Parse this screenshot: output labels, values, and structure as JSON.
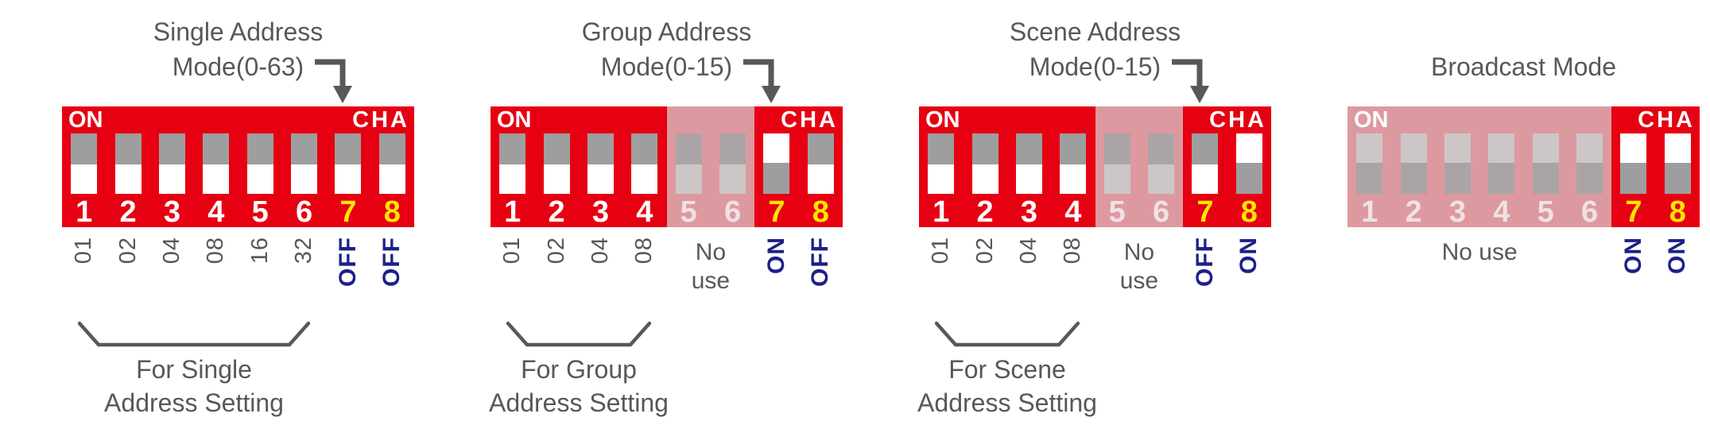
{
  "colors": {
    "red": "#E60012",
    "yellow": "#FFE600",
    "blue": "#1D2088",
    "gray": "#595757",
    "track": "#9E9E9E",
    "handle": "#FFFFFF",
    "overlay": "#DD99A0",
    "faded_track": "#ABA4A6",
    "faded_handle": "#CDC6C7",
    "faded_number": "#EFE2E4"
  },
  "panels": [
    {
      "title_lines": [
        "Single Address",
        "Mode(0-63)"
      ],
      "has_arrow": true,
      "on_label": "ON",
      "cha_label": "CHA",
      "switches": [
        {
          "num": "1",
          "position": "down",
          "faded": false,
          "yellow": false
        },
        {
          "num": "2",
          "position": "down",
          "faded": false,
          "yellow": false
        },
        {
          "num": "3",
          "position": "down",
          "faded": false,
          "yellow": false
        },
        {
          "num": "4",
          "position": "down",
          "faded": false,
          "yellow": false
        },
        {
          "num": "5",
          "position": "down",
          "faded": false,
          "yellow": false
        },
        {
          "num": "6",
          "position": "down",
          "faded": false,
          "yellow": false
        },
        {
          "num": "7",
          "position": "down",
          "faded": false,
          "yellow": true
        },
        {
          "num": "8",
          "position": "down",
          "faded": false,
          "yellow": true
        }
      ],
      "labels": [
        {
          "col": 1,
          "text": "01",
          "style": "value"
        },
        {
          "col": 2,
          "text": "02",
          "style": "value"
        },
        {
          "col": 3,
          "text": "04",
          "style": "value"
        },
        {
          "col": 4,
          "text": "08",
          "style": "value"
        },
        {
          "col": 5,
          "text": "16",
          "style": "value"
        },
        {
          "col": 6,
          "text": "32",
          "style": "value"
        },
        {
          "col": 7,
          "text": "OFF",
          "style": "state"
        },
        {
          "col": 8,
          "text": "OFF",
          "style": "state"
        }
      ],
      "no_use": null,
      "overlay": null,
      "bracket": {
        "start": 1,
        "span": 6
      },
      "caption_lines": [
        "For Single",
        "Address Setting"
      ]
    },
    {
      "title_lines": [
        "Group Address",
        "Mode(0-15)"
      ],
      "has_arrow": true,
      "on_label": "ON",
      "cha_label": "CHA",
      "switches": [
        {
          "num": "1",
          "position": "down",
          "faded": false,
          "yellow": false
        },
        {
          "num": "2",
          "position": "down",
          "faded": false,
          "yellow": false
        },
        {
          "num": "3",
          "position": "down",
          "faded": false,
          "yellow": false
        },
        {
          "num": "4",
          "position": "down",
          "faded": false,
          "yellow": false
        },
        {
          "num": "5",
          "position": "down",
          "faded": true,
          "yellow": false
        },
        {
          "num": "6",
          "position": "down",
          "faded": true,
          "yellow": false
        },
        {
          "num": "7",
          "position": "up",
          "faded": false,
          "yellow": true
        },
        {
          "num": "8",
          "position": "down",
          "faded": false,
          "yellow": true
        }
      ],
      "labels": [
        {
          "col": 1,
          "text": "01",
          "style": "value"
        },
        {
          "col": 2,
          "text": "02",
          "style": "value"
        },
        {
          "col": 3,
          "text": "04",
          "style": "value"
        },
        {
          "col": 4,
          "text": "08",
          "style": "value"
        },
        {
          "col": 7,
          "text": "ON",
          "style": "state"
        },
        {
          "col": 8,
          "text": "OFF",
          "style": "state"
        }
      ],
      "no_use": {
        "start": 5,
        "span": 2,
        "lines": [
          "No",
          "use"
        ]
      },
      "overlay": {
        "start": 5,
        "span": 2
      },
      "bracket": {
        "start": 1,
        "span": 4
      },
      "caption_lines": [
        "For Group",
        "Address Setting"
      ]
    },
    {
      "title_lines": [
        "Scene Address",
        "Mode(0-15)"
      ],
      "has_arrow": true,
      "on_label": "ON",
      "cha_label": "CHA",
      "switches": [
        {
          "num": "1",
          "position": "down",
          "faded": false,
          "yellow": false
        },
        {
          "num": "2",
          "position": "down",
          "faded": false,
          "yellow": false
        },
        {
          "num": "3",
          "position": "down",
          "faded": false,
          "yellow": false
        },
        {
          "num": "4",
          "position": "down",
          "faded": false,
          "yellow": false
        },
        {
          "num": "5",
          "position": "down",
          "faded": true,
          "yellow": false
        },
        {
          "num": "6",
          "position": "down",
          "faded": true,
          "yellow": false
        },
        {
          "num": "7",
          "position": "down",
          "faded": false,
          "yellow": true
        },
        {
          "num": "8",
          "position": "up",
          "faded": false,
          "yellow": true
        }
      ],
      "labels": [
        {
          "col": 1,
          "text": "01",
          "style": "value"
        },
        {
          "col": 2,
          "text": "02",
          "style": "value"
        },
        {
          "col": 3,
          "text": "04",
          "style": "value"
        },
        {
          "col": 4,
          "text": "08",
          "style": "value"
        },
        {
          "col": 7,
          "text": "OFF",
          "style": "state"
        },
        {
          "col": 8,
          "text": "ON",
          "style": "state"
        }
      ],
      "no_use": {
        "start": 5,
        "span": 2,
        "lines": [
          "No",
          "use"
        ]
      },
      "overlay": {
        "start": 5,
        "span": 2
      },
      "bracket": {
        "start": 1,
        "span": 4
      },
      "caption_lines": [
        "For Scene",
        "Address Setting"
      ]
    },
    {
      "title_lines": [
        "Broadcast Mode"
      ],
      "has_arrow": false,
      "on_label": "ON",
      "cha_label": "CHA",
      "switches": [
        {
          "num": "1",
          "position": "up",
          "faded": true,
          "yellow": false
        },
        {
          "num": "2",
          "position": "up",
          "faded": true,
          "yellow": false
        },
        {
          "num": "3",
          "position": "up",
          "faded": true,
          "yellow": false
        },
        {
          "num": "4",
          "position": "up",
          "faded": true,
          "yellow": false
        },
        {
          "num": "5",
          "position": "up",
          "faded": true,
          "yellow": false
        },
        {
          "num": "6",
          "position": "up",
          "faded": true,
          "yellow": false
        },
        {
          "num": "7",
          "position": "up",
          "faded": false,
          "yellow": true
        },
        {
          "num": "8",
          "position": "up",
          "faded": false,
          "yellow": true
        }
      ],
      "labels": [
        {
          "col": 7,
          "text": "ON",
          "style": "state"
        },
        {
          "col": 8,
          "text": "ON",
          "style": "state"
        }
      ],
      "no_use": {
        "start": 1,
        "span": 6,
        "lines": [
          "No use"
        ]
      },
      "overlay": {
        "start": 1,
        "span": 6
      },
      "bracket": null,
      "caption_lines": null
    }
  ]
}
